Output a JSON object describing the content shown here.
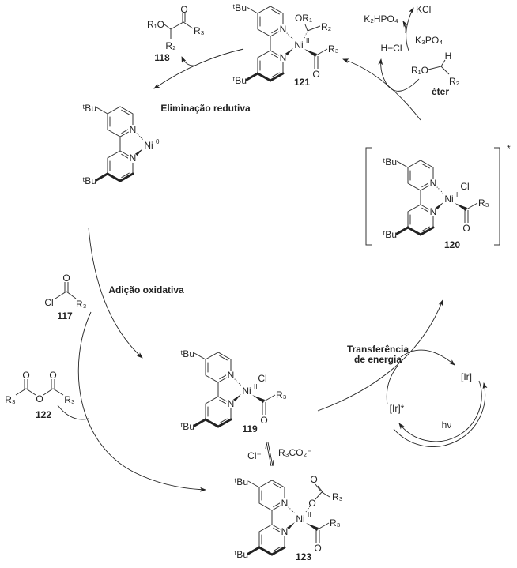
{
  "atoms": {
    "N": "N",
    "tBu": "ᵗBu",
    "Ni": "Ni",
    "ox": "II",
    "zero": "0",
    "O": "O",
    "Cl": "Cl",
    "H": "H",
    "R1O": "R₁O",
    "OR1": "OR₁",
    "R2": "R₂",
    "R3": "R₃"
  },
  "compounds": {
    "c117": {
      "label": "117"
    },
    "c118": {
      "label": "118"
    },
    "c119": {
      "label": "119"
    },
    "c120": {
      "label": "120",
      "charge": "*"
    },
    "c121": {
      "label": "121"
    },
    "c122": {
      "label": "122"
    },
    "c123": {
      "label": "123"
    }
  },
  "reagents": {
    "ether": "éter",
    "hcl": "H−Cl",
    "k2hpo4": "K₂HPO₄",
    "kcl": "KCl",
    "k3po4": "K₃PO₄",
    "chloride": "Cl⁻",
    "carboxylate": "R₃CO₂⁻"
  },
  "steps": {
    "reductive_elimination": "Eliminação redutiva",
    "oxidative_addition": "Adição oxidativa",
    "energy_transfer_1": "Transferência",
    "energy_transfer_2": "de energia"
  },
  "photocatalyst": {
    "ground": "[Ir]",
    "excited": "[Ir]*",
    "light": "hν"
  }
}
